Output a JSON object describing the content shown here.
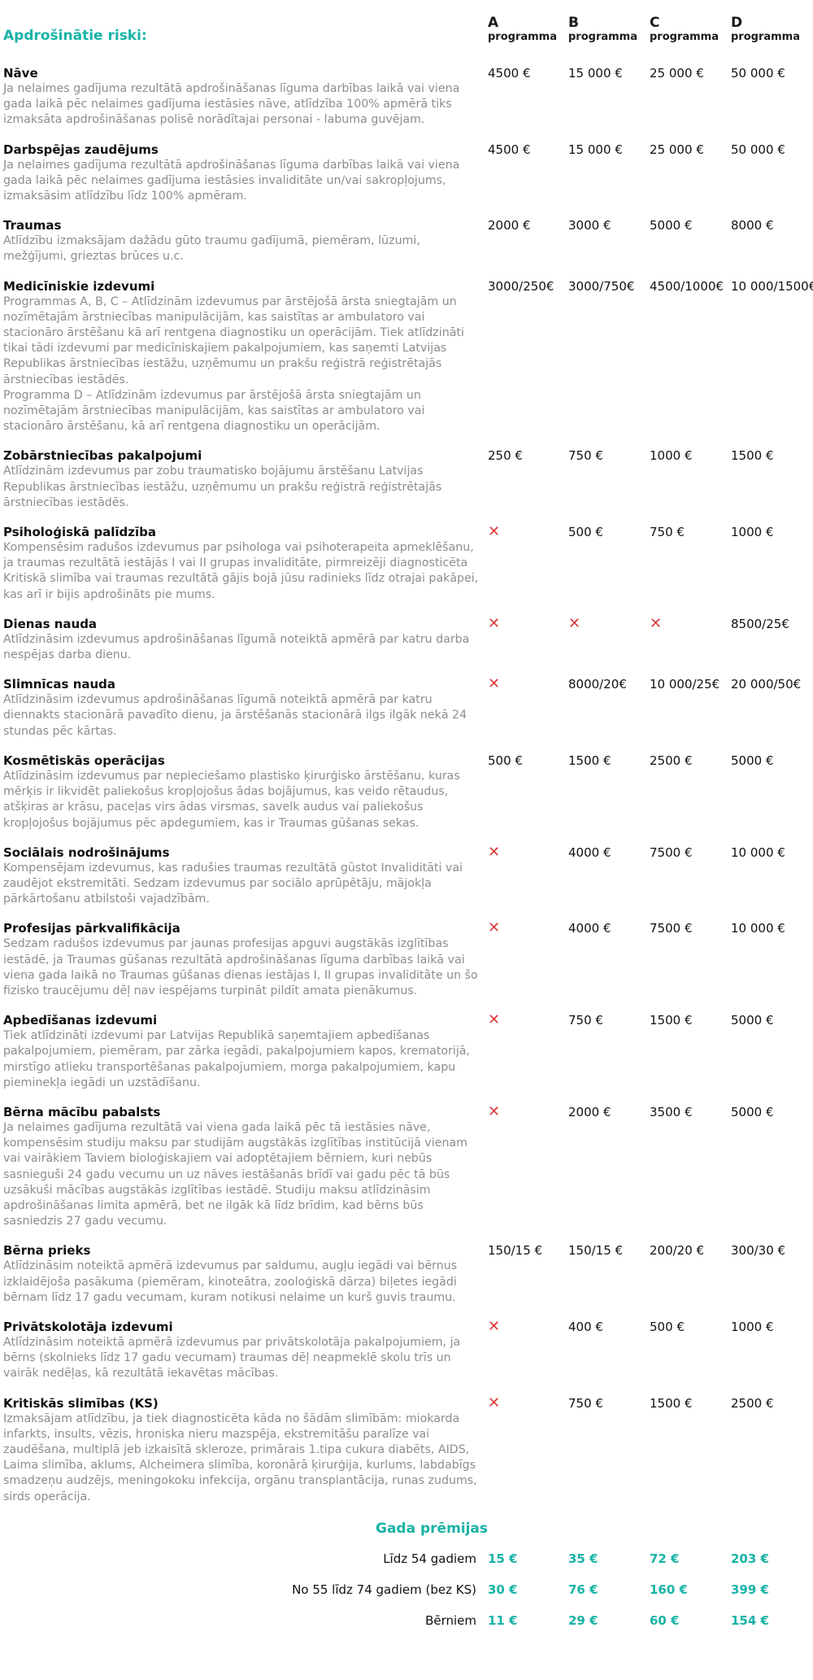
{
  "header": {
    "title": "Apdrošinātie riski:",
    "columns": [
      {
        "letter": "A",
        "sub": "programma"
      },
      {
        "letter": "B",
        "sub": "programma"
      },
      {
        "letter": "C",
        "sub": "programma"
      },
      {
        "letter": "D",
        "sub": "programma"
      }
    ]
  },
  "risks": [
    {
      "name": "Nāve",
      "desc": "Ja nelaimes gadījuma rezultātā apdrošināšanas līguma darbības laikā vai viena gada laikā pēc nelaimes gadījuma iestāsies nāve, atlīdzība 100% apmērā tiks izmaksāta apdrošināšanas polisē norādītajai personai - labuma guvējam.",
      "values": [
        "4500 €",
        "15 000 €",
        "25 000 €",
        "50 000 €"
      ]
    },
    {
      "name": "Darbspējas zaudējums",
      "desc": "Ja nelaimes gadījuma rezultātā apdrošināšanas līguma darbības laikā vai viena gada laikā pēc nelaimes gadījuma iestāsies invaliditāte un/vai sakropļojums, izmaksāsim atlīdzību līdz 100% apmēram.",
      "values": [
        "4500 €",
        "15 000 €",
        "25 000 €",
        "50 000 €"
      ]
    },
    {
      "name": "Traumas",
      "desc": "Atlīdzību izmaksājam dažādu gūto traumu gadījumā, piemēram, lūzumi, mežģījumi, grieztas brūces u.c.",
      "values": [
        "2000 €",
        "3000 €",
        "5000 €",
        "8000 €"
      ]
    },
    {
      "name": "Medicīniskie izdevumi",
      "desc": "Programmas A, B, C – Atlīdzinām izdevumus par ārstējošā ārsta sniegtajām un nozīmētajām ārstniecības manipulācijām, kas saistītas ar ambulatoro vai stacionāro ārstēšanu kā arī rentgena diagnostiku un operācijām. Tiek atlīdzināti tikai tādi izdevumi par medicīniskajiem pakalpojumiem, kas saņemti Latvijas Republikas ārstniecības iestāžu, uzņēmumu un prakšu reģistrā reģistrētajās ārstniecības iestādēs.\nProgramma D – Atlīdzinām izdevumus par ārstējošā ārsta sniegtajām un nozīmētajām ārstniecības manipulācijām, kas saistītas ar ambulatoro vai stacionāro ārstēšanu, kā arī rentgena diagnostiku un operācijām.",
      "values": [
        "3000/250€",
        "3000/750€",
        "4500/1000€",
        "10 000/1500€"
      ]
    },
    {
      "name": "Zobārstniecības pakalpojumi",
      "desc": "Atlīdzinām izdevumus par zobu traumatisko bojājumu ārstēšanu Latvijas Republikas ārstniecības iestāžu, uzņēmumu un prakšu reģistrā reģistrētajās ārstniecības iestādēs.",
      "values": [
        "250 €",
        "750 €",
        "1000 €",
        "1500 €"
      ]
    },
    {
      "name": "Psiholoģiskā palīdzība",
      "desc": "Kompensēsim radušos izdevumus par psihologa vai psihoterapeita apmeklēšanu, ja traumas rezultātā iestājās I vai II grupas invaliditāte, pirmreizēji diagnosticēta Kritiskā slimība vai traumas rezultātā gājis bojā jūsu radinieks līdz otrajai pakāpei, kas arī ir bijis apdrošināts pie mums.",
      "values": [
        "✕",
        "500 €",
        "750 €",
        "1000 €"
      ]
    },
    {
      "name": "Dienas nauda",
      "desc": "Atlīdzināsim izdevumus apdrošināšanas līgumā noteiktā apmērā par katru darba nespējas darba dienu.",
      "values": [
        "✕",
        "✕",
        "✕",
        "8500/25€"
      ]
    },
    {
      "name": "Slimnīcas nauda",
      "desc": "Atlīdzināsim izdevumus apdrošināšanas līgumā noteiktā apmērā par katru diennakts stacionārā pavadīto dienu, ja ārstēšanās stacionārā ilgs ilgāk nekā 24 stundas pēc kārtas.",
      "values": [
        "✕",
        "8000/20€",
        "10 000/25€",
        "20 000/50€"
      ]
    },
    {
      "name": "Kosmētiskās operācijas",
      "desc": "Atlīdzināsim izdevumus par nepieciešamo plastisko ķirurģisko ārstēšanu, kuras mērķis ir likvidēt paliekošus kropļojošus ādas bojājumus, kas veido rētaudus, atšķiras ar krāsu, paceļas virs ādas virsmas, savelk audus vai paliekošus kropļojošus bojājumus pēc apdegumiem, kas ir Traumas gūšanas sekas.",
      "values": [
        "500 €",
        "1500 €",
        "2500 €",
        "5000 €"
      ]
    },
    {
      "name": "Sociālais nodrošinājums",
      "desc": "Kompensējam izdevumus, kas radušies traumas rezultātā gūstot Invaliditāti vai zaudējot ekstremitāti. Sedzam izdevumus par sociālo aprūpētāju, mājokļa pārkārtošanu atbilstoši vajadzībām.",
      "values": [
        "✕",
        "4000 €",
        "7500 €",
        "10 000 €"
      ]
    },
    {
      "name": "Profesijas pārkvalifikācija",
      "desc": "Sedzam radušos izdevumus par jaunas profesijas apguvi augstākās izglītības iestādē, ja Traumas gūšanas rezultātā apdrošināšanas līguma darbības laikā vai viena gada laikā no Traumas gūšanas dienas iestājas I, II grupas invaliditāte un šo fizisko traucējumu dēļ nav iespējams turpināt pildīt amata pienākumus.",
      "values": [
        "✕",
        "4000 €",
        "7500 €",
        "10 000 €"
      ]
    },
    {
      "name": "Apbedīšanas izdevumi",
      "desc": "Tiek atlīdzināti izdevumi par Latvijas Republikā saņemtajiem apbedīšanas pakalpojumiem, piemēram, par zārka iegādi, pakalpojumiem kapos, krematorijā, mirstīgo atlieku transportēšanas pakalpojumiem, morga pakalpojumiem, kapu pieminekļa iegādi un uzstādīšanu.",
      "values": [
        "✕",
        "750 €",
        "1500 €",
        "5000 €"
      ]
    },
    {
      "name": "Bērna mācību pabalsts",
      "desc": "Ja nelaimes gadījuma rezultātā vai viena gada laikā pēc tā iestāsies nāve, kompensēsim studiju maksu par studijām augstākās izglītības institūcijā vienam vai vairākiem Taviem bioloģiskajiem vai adoptētajiem bērniem, kuri nebūs sasnieguši 24 gadu vecumu un uz nāves iestāšanās brīdī vai gadu pēc tā būs uzsākuši mācības augstākās izglītības iestādē. Studiju maksu atlīdzināsim apdrošināšanas limita apmērā, bet ne ilgāk kā līdz brīdim, kad bērns būs sasniedzis 27 gadu vecumu.",
      "values": [
        "✕",
        "2000 €",
        "3500 €",
        "5000 €"
      ]
    },
    {
      "name": "Bērna prieks",
      "desc": "Atlīdzināsim noteiktā apmērā izdevumus par saldumu, augļu iegādi vai bērnus izklaidējoša pasākuma (piemēram, kinoteātra, zooloģiskā dārza) biļetes iegādi bērnam līdz 17 gadu vecumam, kuram notikusi nelaime un kurš guvis traumu.",
      "values": [
        "150/15 €",
        "150/15 €",
        "200/20 €",
        "300/30 €"
      ]
    },
    {
      "name": "Privātskolotāja izdevumi",
      "desc": "Atlīdzināsim noteiktā apmērā izdevumus par privātskolotāja pakalpojumiem, ja bērns (skolnieks līdz 17 gadu vecumam) traumas dēļ neapmeklē skolu trīs un vairāk nedēļas, kā rezultātā iekavētas mācības.",
      "values": [
        "✕",
        "400 €",
        "500 €",
        "1000 €"
      ]
    },
    {
      "name": "Kritiskās slimības (KS)",
      "desc": "Izmaksājam atlīdzību, ja tiek diagnosticēta kāda no šādām slimībām: miokarda infarkts, insults, vēzis, hroniska nieru mazspēja, ekstremitāšu paralīze vai zaudēšana, multiplā jeb izkaisītā skleroze, primārais 1.tipa cukura diabēts, AIDS, Laima slimība, aklums, Alcheimera slimība, koronārā ķirurģija, kurlums, labdabīgs smadzeņu audzējs, meningokoku infekcija, orgānu transplantācija, runas zudums, sirds operācija.",
      "values": [
        "✕",
        "750 €",
        "1500 €",
        "2500 €"
      ]
    }
  ],
  "premiums": {
    "title": "Gada prēmijas",
    "rows": [
      {
        "label": "Līdz 54 gadiem",
        "values": [
          "15 €",
          "35 €",
          "72 €",
          "203 €"
        ]
      },
      {
        "label": "No 55 līdz 74 gadiem (bez KS)",
        "values": [
          "30 €",
          "76 €",
          "160 €",
          "399 €"
        ]
      },
      {
        "label": "Bērniem",
        "values": [
          "11 €",
          "29 €",
          "60 €",
          "154 €"
        ]
      }
    ]
  },
  "colors": {
    "accent": "#18b3a6",
    "cross": "#d83b3b",
    "desc": "#8d8d8d"
  }
}
